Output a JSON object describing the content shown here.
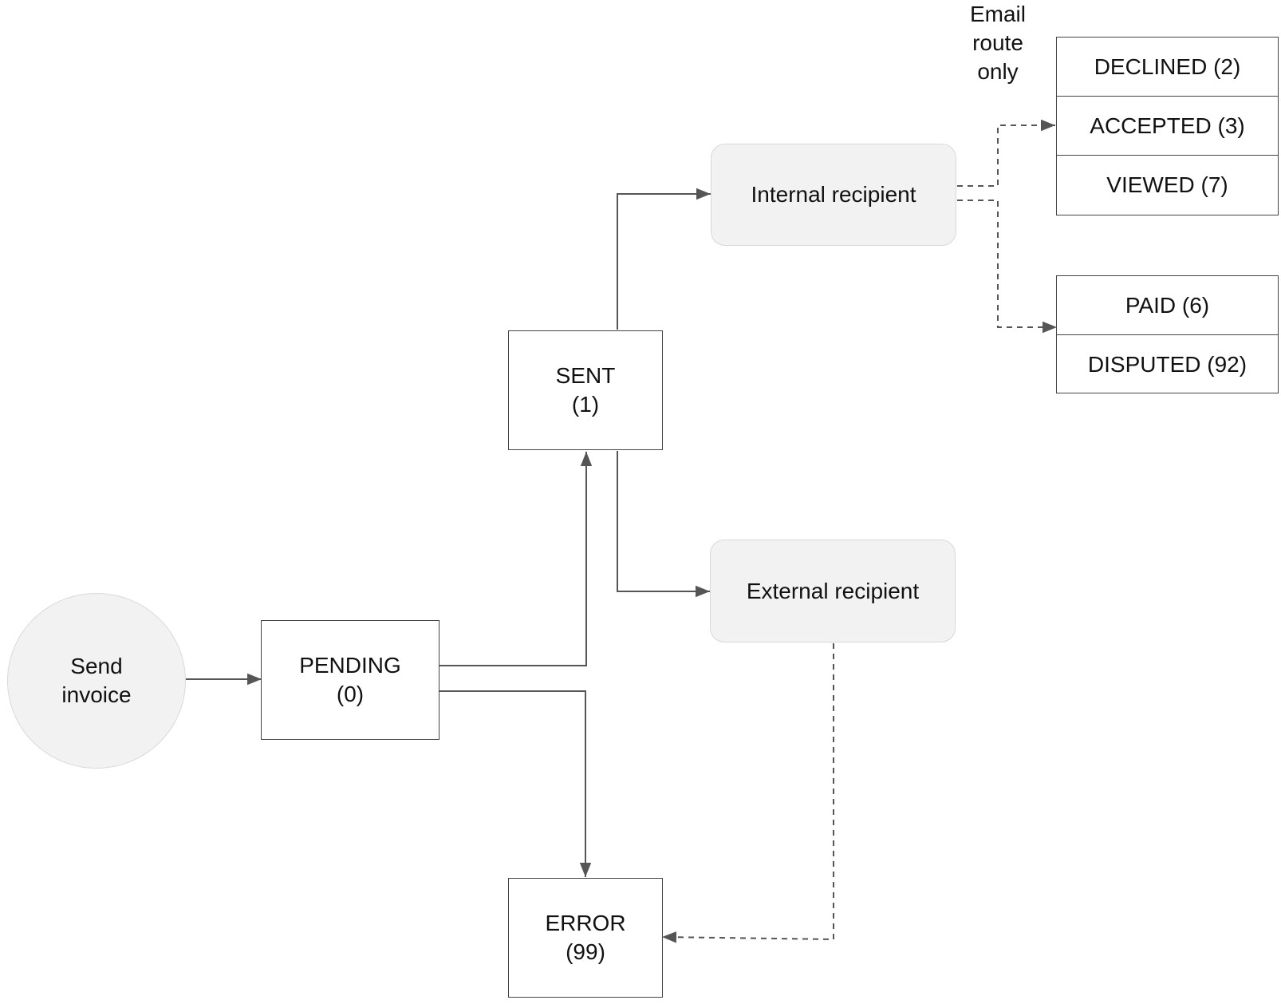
{
  "nodes": {
    "send_invoice": {
      "line1": "Send",
      "line2": "invoice"
    },
    "pending": {
      "line1": "PENDING",
      "line2": "(0)"
    },
    "sent": {
      "line1": "SENT",
      "line2": "(1)"
    },
    "error": {
      "line1": "ERROR",
      "line2": "(99)"
    },
    "internal_recipient": {
      "label": "Internal recipient"
    },
    "external_recipient": {
      "label": "External recipient"
    }
  },
  "status_group_top": [
    "DECLINED (2)",
    "ACCEPTED (3)",
    "VIEWED (7)"
  ],
  "status_group_bottom": [
    "PAID (6)",
    "DISPUTED (92)"
  ],
  "note": {
    "line1": "Email",
    "line2": "route",
    "line3": "only"
  },
  "colors": {
    "node_fill": "#f2f2f2",
    "stroke": "#555555"
  }
}
